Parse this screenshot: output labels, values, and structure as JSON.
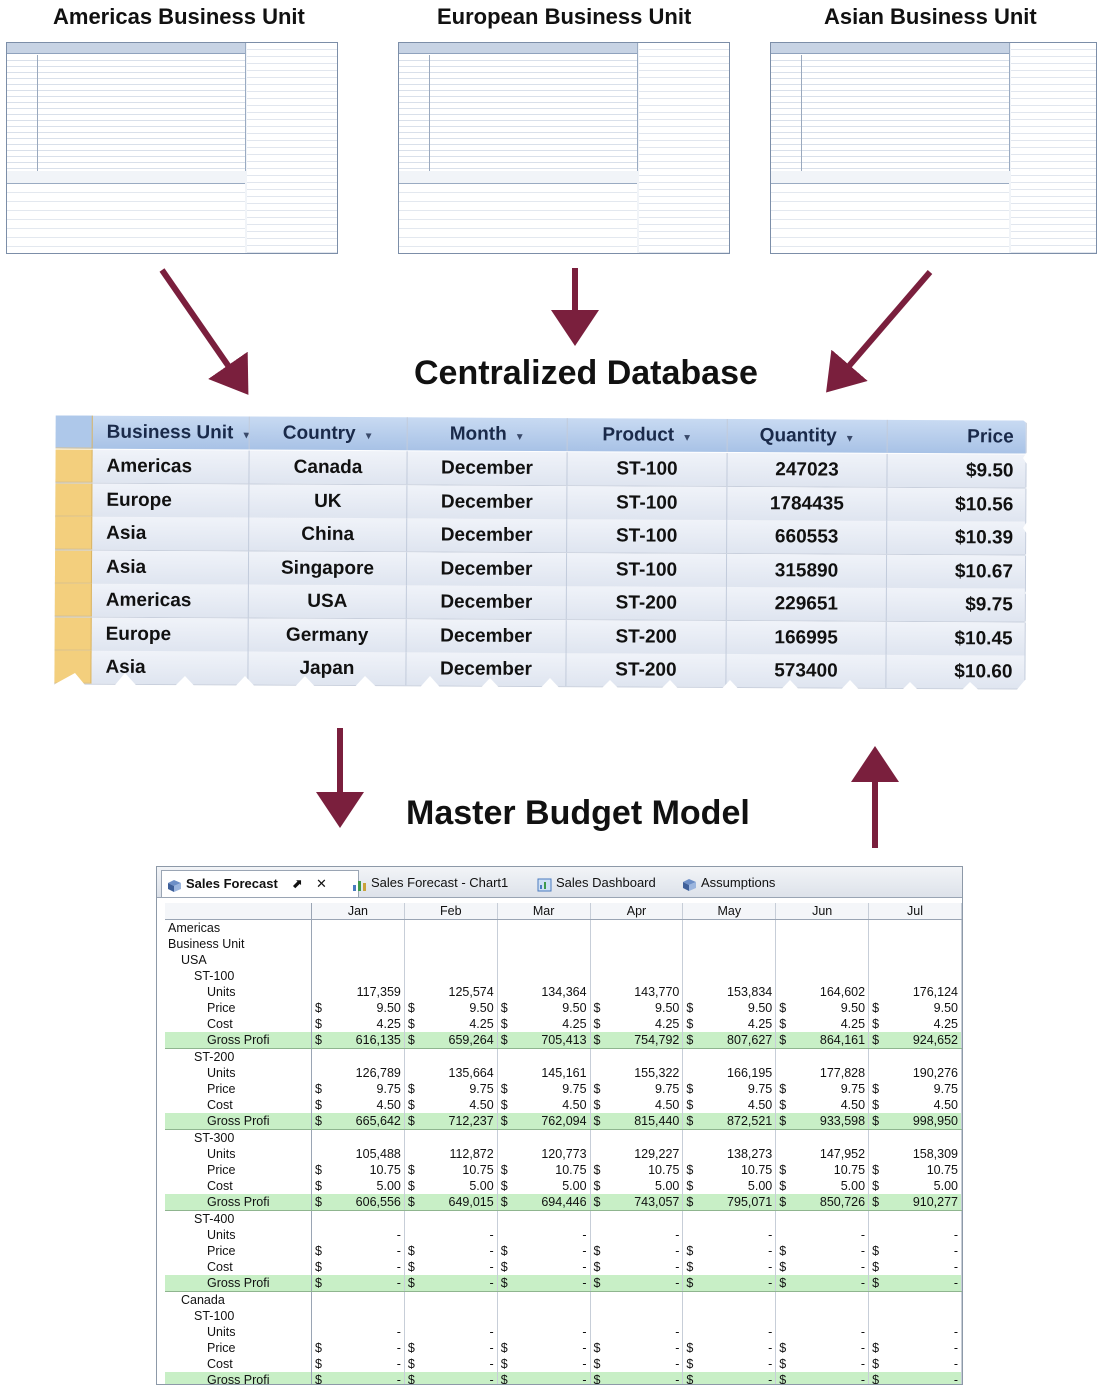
{
  "units": [
    {
      "title": "Americas Business Unit"
    },
    {
      "title": "European Business Unit"
    },
    {
      "title": "Asian Business Unit"
    }
  ],
  "central_title": "Centralized Database",
  "master_title": "Master Budget Model",
  "database": {
    "headers": [
      "Business Unit",
      "Country",
      "Month",
      "Product",
      "Quantity",
      "Price"
    ],
    "rows": [
      [
        "Americas",
        "Canada",
        "December",
        "ST-100",
        "247023",
        "$9.50"
      ],
      [
        "Europe",
        "UK",
        "December",
        "ST-100",
        "1784435",
        "$10.56"
      ],
      [
        "Asia",
        "China",
        "December",
        "ST-100",
        "660553",
        "$10.39"
      ],
      [
        "Asia",
        "Singapore",
        "December",
        "ST-100",
        "315890",
        "$10.67"
      ],
      [
        "Americas",
        "USA",
        "December",
        "ST-200",
        "229651",
        "$9.75"
      ],
      [
        "Europe",
        "Germany",
        "December",
        "ST-200",
        "166995",
        "$10.45"
      ],
      [
        "Asia",
        "Japan",
        "December",
        "ST-200",
        "573400",
        "$10.60"
      ]
    ]
  },
  "budget": {
    "tabs": [
      "Sales Forecast",
      "Sales Forecast - Chart1",
      "Sales Dashboard",
      "Assumptions"
    ],
    "months": [
      "Jan",
      "Feb",
      "Mar",
      "Apr",
      "May",
      "Jun",
      "Jul"
    ],
    "rows": [
      {
        "label": "Americas",
        "level": 0,
        "type": "group"
      },
      {
        "label": "Business Unit",
        "level": 0,
        "type": "group"
      },
      {
        "label": "USA",
        "level": 1,
        "type": "group"
      },
      {
        "label": "ST-100",
        "level": 2,
        "type": "group"
      },
      {
        "label": "Units",
        "level": 3,
        "type": "units",
        "values": [
          "117,359",
          "125,574",
          "134,364",
          "143,770",
          "153,834",
          "164,602",
          "176,124"
        ]
      },
      {
        "label": "Price",
        "level": 3,
        "type": "money",
        "values": [
          "9.50",
          "9.50",
          "9.50",
          "9.50",
          "9.50",
          "9.50",
          "9.50"
        ]
      },
      {
        "label": "Cost",
        "level": 3,
        "type": "money",
        "values": [
          "4.25",
          "4.25",
          "4.25",
          "4.25",
          "4.25",
          "4.25",
          "4.25"
        ]
      },
      {
        "label": "Gross Profi",
        "level": 3,
        "type": "gp",
        "values": [
          "616,135",
          "659,264",
          "705,413",
          "754,792",
          "807,627",
          "864,161",
          "924,652"
        ]
      },
      {
        "label": "ST-200",
        "level": 2,
        "type": "group"
      },
      {
        "label": "Units",
        "level": 3,
        "type": "units",
        "values": [
          "126,789",
          "135,664",
          "145,161",
          "155,322",
          "166,195",
          "177,828",
          "190,276"
        ]
      },
      {
        "label": "Price",
        "level": 3,
        "type": "money",
        "values": [
          "9.75",
          "9.75",
          "9.75",
          "9.75",
          "9.75",
          "9.75",
          "9.75"
        ]
      },
      {
        "label": "Cost",
        "level": 3,
        "type": "money",
        "values": [
          "4.50",
          "4.50",
          "4.50",
          "4.50",
          "4.50",
          "4.50",
          "4.50"
        ]
      },
      {
        "label": "Gross Profi",
        "level": 3,
        "type": "gp",
        "values": [
          "665,642",
          "712,237",
          "762,094",
          "815,440",
          "872,521",
          "933,598",
          "998,950"
        ]
      },
      {
        "label": "ST-300",
        "level": 2,
        "type": "group"
      },
      {
        "label": "Units",
        "level": 3,
        "type": "units",
        "values": [
          "105,488",
          "112,872",
          "120,773",
          "129,227",
          "138,273",
          "147,952",
          "158,309"
        ]
      },
      {
        "label": "Price",
        "level": 3,
        "type": "money",
        "values": [
          "10.75",
          "10.75",
          "10.75",
          "10.75",
          "10.75",
          "10.75",
          "10.75"
        ]
      },
      {
        "label": "Cost",
        "level": 3,
        "type": "money",
        "values": [
          "5.00",
          "5.00",
          "5.00",
          "5.00",
          "5.00",
          "5.00",
          "5.00"
        ]
      },
      {
        "label": "Gross Profi",
        "level": 3,
        "type": "gp",
        "values": [
          "606,556",
          "649,015",
          "694,446",
          "743,057",
          "795,071",
          "850,726",
          "910,277"
        ]
      },
      {
        "label": "ST-400",
        "level": 2,
        "type": "group"
      },
      {
        "label": "Units",
        "level": 3,
        "type": "units",
        "values": [
          "-",
          "-",
          "-",
          "-",
          "-",
          "-",
          "-"
        ]
      },
      {
        "label": "Price",
        "level": 3,
        "type": "money",
        "values": [
          "-",
          "-",
          "-",
          "-",
          "-",
          "-",
          "-"
        ]
      },
      {
        "label": "Cost",
        "level": 3,
        "type": "money",
        "values": [
          "-",
          "-",
          "-",
          "-",
          "-",
          "-",
          "-"
        ]
      },
      {
        "label": "Gross Profi",
        "level": 3,
        "type": "gp",
        "values": [
          "-",
          "-",
          "-",
          "-",
          "-",
          "-",
          "-"
        ]
      },
      {
        "label": "Canada",
        "level": 1,
        "type": "group"
      },
      {
        "label": "ST-100",
        "level": 2,
        "type": "group"
      },
      {
        "label": "Units",
        "level": 3,
        "type": "units",
        "values": [
          "-",
          "-",
          "-",
          "-",
          "-",
          "-",
          "-"
        ]
      },
      {
        "label": "Price",
        "level": 3,
        "type": "money",
        "values": [
          "-",
          "-",
          "-",
          "-",
          "-",
          "-",
          "-"
        ]
      },
      {
        "label": "Cost",
        "level": 3,
        "type": "money",
        "values": [
          "-",
          "-",
          "-",
          "-",
          "-",
          "-",
          "-"
        ]
      },
      {
        "label": "Gross Profi",
        "level": 3,
        "type": "gp",
        "values": [
          "-",
          "-",
          "-",
          "-",
          "-",
          "-",
          "-"
        ]
      }
    ]
  },
  "colors": {
    "arrow": "#7a1f3d",
    "header": "#a8c2e6",
    "selector": "#f3cf7d",
    "gross_profit": "#c8efc6"
  }
}
